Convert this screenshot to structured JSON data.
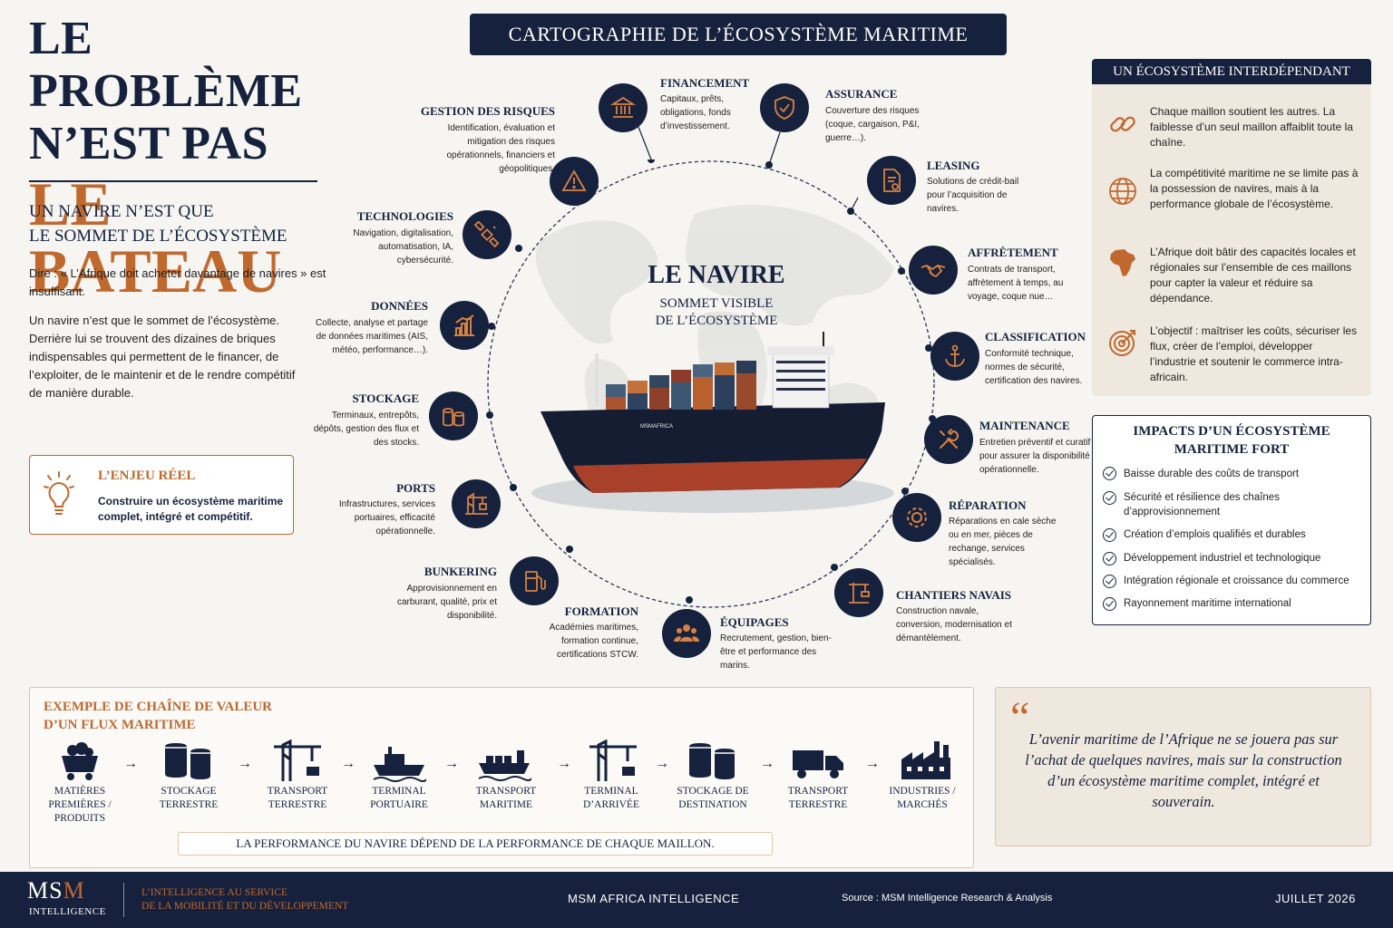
{
  "hero": {
    "line1": "LE PROBLÈME",
    "line2": "N’EST PAS",
    "line3": "LE BATEAU",
    "subtitle_1": "UN NAVIRE N’EST QUE",
    "subtitle_2": "LE SOMMET DE L’ÉCOSYSTÈME",
    "intro1": "Dire : « L’Afrique doit acheter davantage de navires » est insuffisant.",
    "intro2": "Un navire n’est que le sommet de l’écosystème. Derrière lui se trouvent des dizaines de briques indispensables qui permettent de le financer, de l’exploiter, de le maintenir et de le rendre compétitif de manière durable."
  },
  "enjeu": {
    "title": "L’ENJEU RÉEL",
    "body": "Construire un écosystème maritime complet, intégré et compétitif."
  },
  "center": {
    "banner": "CARTOGRAPHIE DE L’ÉCOSYSTÈME MARITIME",
    "ship_title": "LE NAVIRE",
    "ship_sub_1": "SOMMET VISIBLE",
    "ship_sub_2": "DE L’ÉCOSYSTÈME",
    "hull_text": "MSMAFRICA"
  },
  "nodes": [
    {
      "title": "FINANCEMENT",
      "desc": "Capitaux, prêts, obligations, fonds d’investissement.",
      "icon": "bank-icon"
    },
    {
      "title": "ASSURANCE",
      "desc": "Couverture des risques (coque, cargaison, P&I, guerre…).",
      "icon": "shield-icon"
    },
    {
      "title": "LEASING",
      "desc": "Solutions de crédit-bail pour l’acquisition de navires.",
      "icon": "document-icon"
    },
    {
      "title": "AFFRÈTEMENT",
      "desc": "Contrats de transport, affrètement à temps, au voyage, coque nue…",
      "icon": "handshake-icon"
    },
    {
      "title": "CLASSIFICATION",
      "desc": "Conformité technique, normes de sécurité, certification des navires.",
      "icon": "anchor-icon"
    },
    {
      "title": "MAINTENANCE",
      "desc": "Entretien préventif et curatif pour assurer la disponibilité opérationnelle.",
      "icon": "wrench-icon"
    },
    {
      "title": "RÉPARATION",
      "desc": "Réparations en cale sèche ou en mer, pièces de rechange, services spécialisés.",
      "icon": "gear-icon"
    },
    {
      "title": "CHANTIERS NAVAIS",
      "desc": "Construction navale, conversion, modernisation et démantèlement.",
      "icon": "crane-icon"
    },
    {
      "title": "ÉQUIPAGES",
      "desc": "Recrutement, gestion, bien-être et performance des marins.",
      "icon": "crew-icon"
    },
    {
      "title": "FORMATION",
      "desc": "Académies maritimes, formation continue, certifications STCW.",
      "icon": "graduation-icon"
    },
    {
      "title": "BUNKERING",
      "desc": "Approvisionnement en carburant, qualité, prix et disponibilité.",
      "icon": "fuel-icon"
    },
    {
      "title": "PORTS",
      "desc": "Infrastructures, services portuaires, efficacité opérationnelle.",
      "icon": "port-crane-icon"
    },
    {
      "title": "STOCKAGE",
      "desc": "Terminaux, entrepôts, dépôts, gestion des flux et des stocks.",
      "icon": "tanks-icon"
    },
    {
      "title": "DONNÉES",
      "desc": "Collecte, analyse et partage de données maritimes (AIS, météo, performance…).",
      "icon": "bar-chart-icon"
    },
    {
      "title": "TECHNOLOGIES",
      "desc": "Navigation, digitalisation, automatisation, IA, cybersécurité.",
      "icon": "satellite-icon"
    },
    {
      "title": "GESTION DES RISQUES",
      "desc": "Identification, évaluation et mitigation des risques opérationnels, financiers et géopolitiques.",
      "icon": "warning-icon"
    }
  ],
  "eco": {
    "title": "UN ÉCOSYSTÈME INTERDÉPENDANT",
    "items": [
      {
        "text": "Chaque maillon soutient les autres. La faiblesse d’un seul maillon affaiblit toute la chaîne.",
        "icon": "chain-link-icon"
      },
      {
        "text": "La compétitivité maritime ne se limite pas à la possession de navires, mais à la performance globale de l’écosystème.",
        "icon": "globe-icon"
      },
      {
        "text": "L’Afrique doit bâtir des capacités locales et régionales sur l’ensemble de ces maillons pour capter la valeur et réduire sa dépendance.",
        "icon": "africa-icon"
      },
      {
        "text": "L’objectif : maîtriser les coûts, sécuriser les flux, créer de l’emploi, développer l’industrie et soutenir le commerce intra-africain.",
        "icon": "target-icon"
      }
    ]
  },
  "impacts": {
    "title_1": "IMPACTS D’UN ÉCOSYSTÈME",
    "title_2": "MARITIME FORT",
    "items": [
      "Baisse durable des coûts de transport",
      "Sécurité et résilience des chaînes d’approvisionnement",
      "Création d’emplois qualifiés et durables",
      "Développement industriel et technologique",
      "Intégration régionale et croissance du commerce",
      "Rayonnement maritime international"
    ]
  },
  "chain": {
    "title_1": "EXEMPLE DE CHAÎNE DE VALEUR",
    "title_2": "D’UN FLUX MARITIME",
    "steps": [
      {
        "label": "MATIÈRES PREMIÈRES / PRODUITS",
        "icon": "mine-cart-icon"
      },
      {
        "label": "STOCKAGE TERRESTRE",
        "icon": "tanks-icon"
      },
      {
        "label": "TRANSPORT TERRESTRE",
        "icon": "crane-icon"
      },
      {
        "label": "TERMINAL PORTUAIRE",
        "icon": "tug-ship-icon"
      },
      {
        "label": "TRANSPORT MARITIME",
        "icon": "container-ship-icon"
      },
      {
        "label": "TERMINAL D’ARRIVÉE",
        "icon": "crane-icon"
      },
      {
        "label": "STOCKAGE DE DESTINATION",
        "icon": "tanks-icon"
      },
      {
        "label": "TRANSPORT TERRESTRE",
        "icon": "truck-icon"
      },
      {
        "label": "INDUSTRIES / MARCHÉS",
        "icon": "factory-icon"
      }
    ],
    "arrow": "→",
    "footer": "LA PERFORMANCE DU NAVIRE DÉPEND DE LA PERFORMANCE DE CHAQUE MAILLON."
  },
  "quote": {
    "mark": "“",
    "text": "L’avenir maritime de l’Afrique ne se jouera pas sur l’achat de quelques navires, mais sur la construction d’un écosystème maritime complet, intégré et souverain."
  },
  "footer": {
    "logo_m1": "MS",
    "logo_m2": "M",
    "logo_sub": "INTELLIGENCE",
    "tagline_1": "L’INTELLIGENCE AU SERVICE",
    "tagline_2": "DE LA MOBILITÉ ET DU DÉVELOPPEMENT",
    "brand": "MSM AFRICA INTELLIGENCE",
    "source": "Source : MSM Intelligence Research & Analysis",
    "date": "JUILLET 2026"
  },
  "colors": {
    "navy": "#16213d",
    "orange": "#c0692f",
    "background": "#f6f5f1",
    "panel": "#efe8de"
  }
}
